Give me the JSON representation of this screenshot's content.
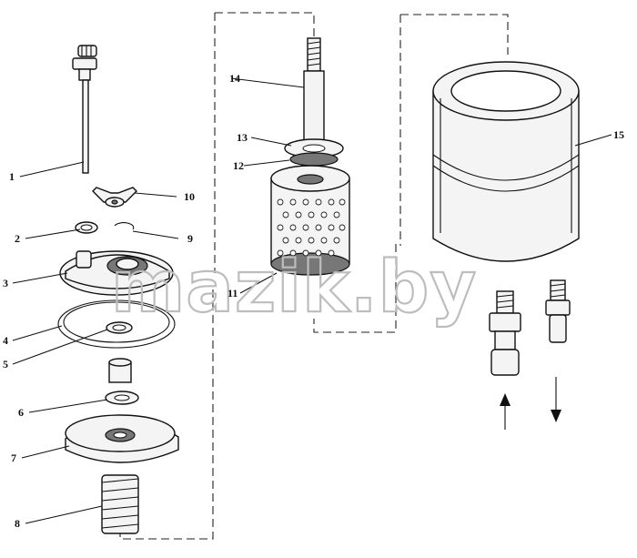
{
  "diagram": {
    "labels": [
      {
        "id": "p1",
        "text": "1"
      },
      {
        "id": "p2",
        "text": "2"
      },
      {
        "id": "p3",
        "text": "3"
      },
      {
        "id": "p4",
        "text": "4"
      },
      {
        "id": "p5",
        "text": "5"
      },
      {
        "id": "p6",
        "text": "6"
      },
      {
        "id": "p7",
        "text": "7"
      },
      {
        "id": "p8",
        "text": "8"
      },
      {
        "id": "p9",
        "text": "9"
      },
      {
        "id": "p10",
        "text": "10"
      },
      {
        "id": "p11",
        "text": "11"
      },
      {
        "id": "p12",
        "text": "12"
      },
      {
        "id": "p13",
        "text": "13"
      },
      {
        "id": "p14",
        "text": "14"
      },
      {
        "id": "p15",
        "text": "15"
      }
    ],
    "watermark": "mazik.by",
    "arrows": [
      {
        "id": "inlet-arrow",
        "direction": "up"
      },
      {
        "id": "outlet-arrow",
        "direction": "down"
      }
    ]
  }
}
